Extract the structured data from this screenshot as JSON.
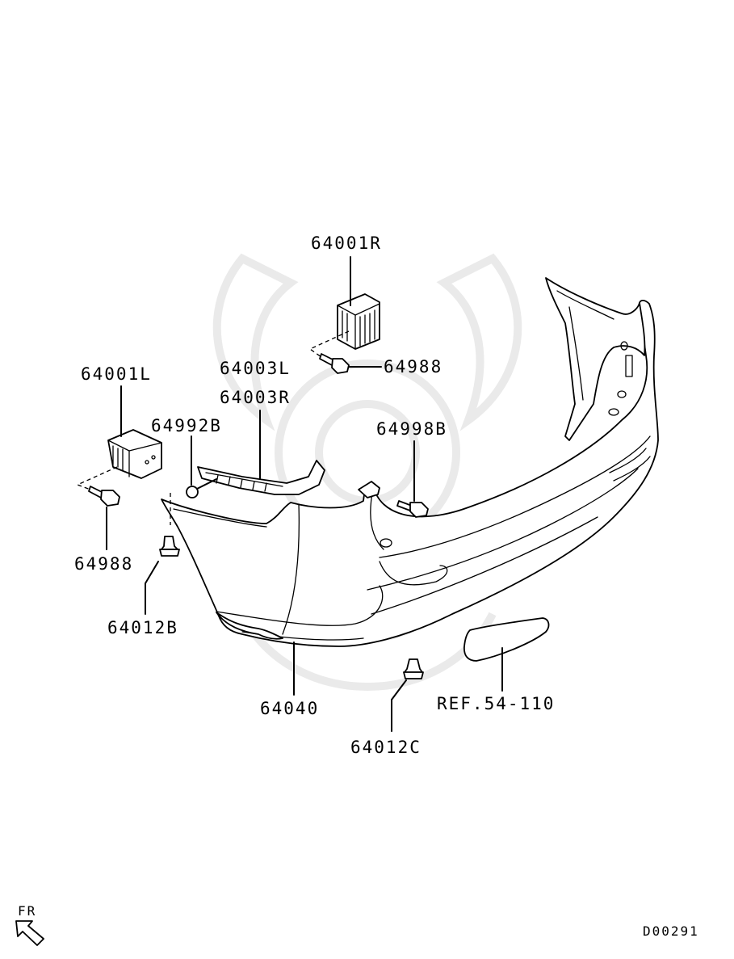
{
  "diagram": {
    "drawing_number": "D00291",
    "orientation_label": "FR",
    "parts": [
      {
        "id": "64001R"
      },
      {
        "id": "64988"
      },
      {
        "id": "64001L"
      },
      {
        "id": "64003L"
      },
      {
        "id": "64003R"
      },
      {
        "id": "64992B"
      },
      {
        "id": "64998B"
      },
      {
        "id": "64988"
      },
      {
        "id": "64012B"
      },
      {
        "id": "64040"
      },
      {
        "id": "64012C"
      },
      {
        "id": "REF.54-110"
      }
    ]
  }
}
